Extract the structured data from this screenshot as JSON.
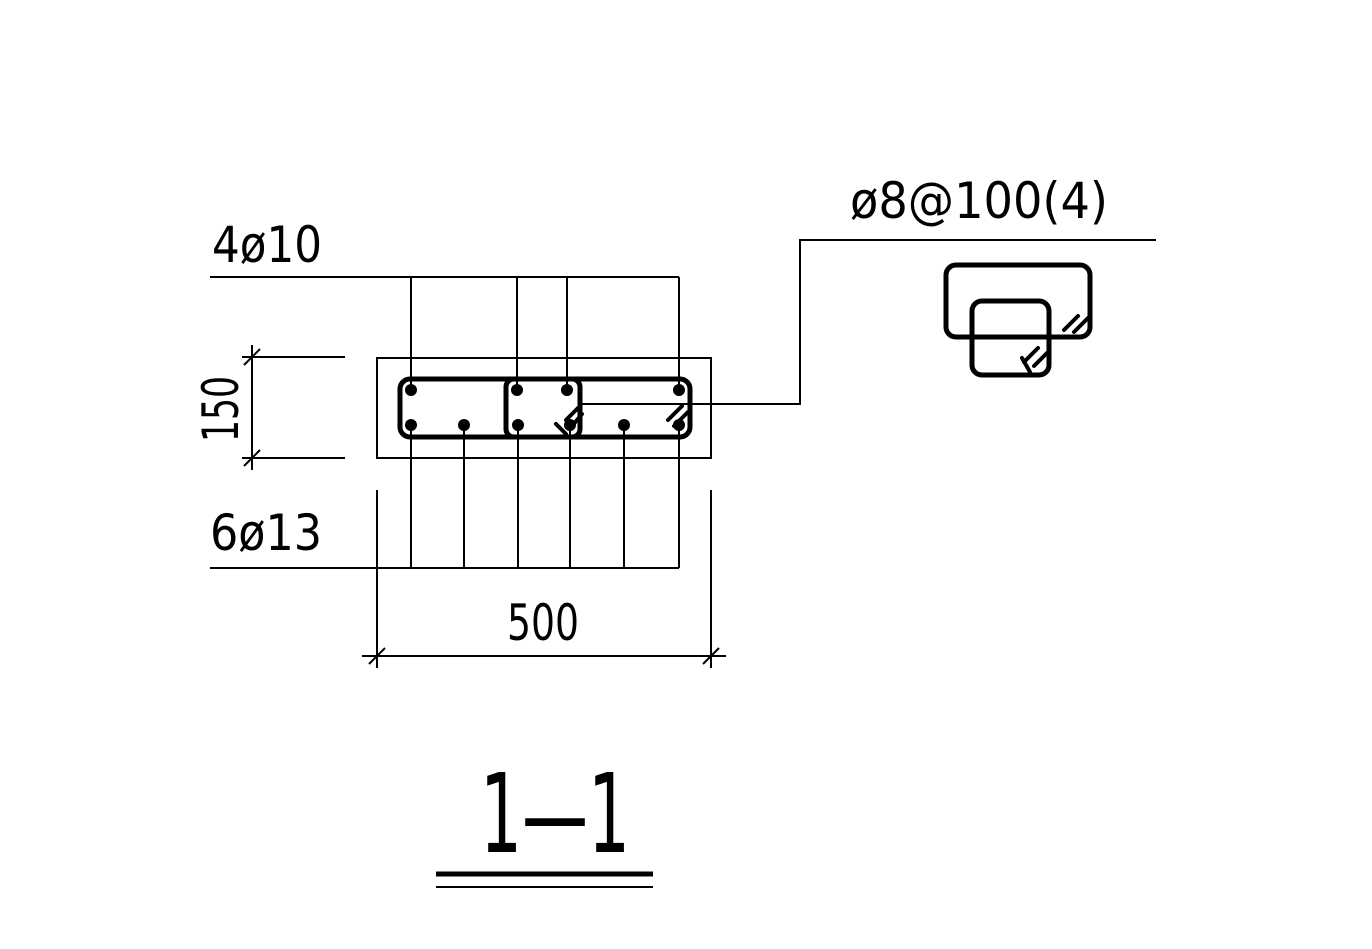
{
  "labels": {
    "top_bars": "4ø10",
    "bottom_bars": "6ø13",
    "stirrup": "ø8@100(4)",
    "height_dim": "150",
    "width_dim": "500",
    "section_title": "1—1"
  },
  "colors": {
    "ink": "#000000",
    "background": "#ffffff"
  }
}
